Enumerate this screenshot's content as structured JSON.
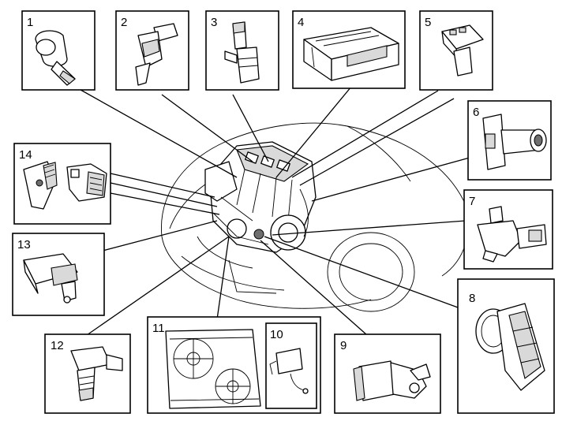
{
  "callouts": [
    {
      "id": "1",
      "label": "1"
    },
    {
      "id": "2",
      "label": "2"
    },
    {
      "id": "3",
      "label": "3"
    },
    {
      "id": "4",
      "label": "4"
    },
    {
      "id": "5",
      "label": "5"
    },
    {
      "id": "6",
      "label": "6"
    },
    {
      "id": "7",
      "label": "7"
    },
    {
      "id": "8",
      "label": "8"
    },
    {
      "id": "9",
      "label": "9"
    },
    {
      "id": "10",
      "label": "10"
    },
    {
      "id": "11",
      "label": "11"
    },
    {
      "id": "12",
      "label": "12"
    },
    {
      "id": "13",
      "label": "13"
    },
    {
      "id": "14",
      "label": "14"
    }
  ],
  "colors": {
    "line": "#000000",
    "fill": "#ffffff",
    "shade": "#d9d9d9"
  }
}
